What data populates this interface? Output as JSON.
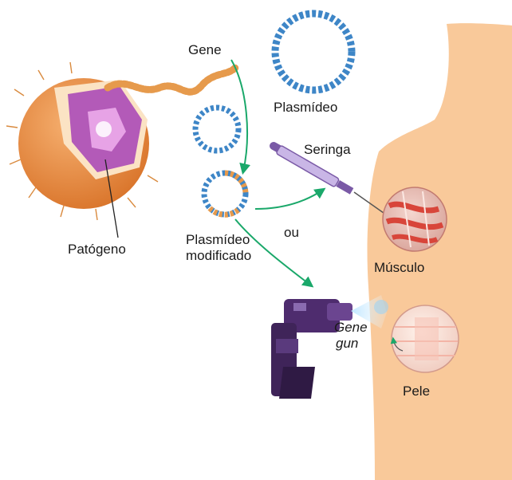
{
  "labels": {
    "gene": "Gene",
    "plasmid": "Plasmídeo",
    "syringe": "Seringa",
    "or": "ou",
    "pathogen": "Patógeno",
    "modified_plasmid_line1": "Plasmídeo",
    "modified_plasmid_line2": "modificado",
    "muscle": "Músculo",
    "gene_gun_line1": "Gene",
    "gene_gun_line2": "gun",
    "skin": "Pele"
  },
  "colors": {
    "body_skin": "#f9c99a",
    "pathogen": "#e8883a",
    "pathogen_core": "#b35ab8",
    "dna_orange": "#e69a4c",
    "dna_blue": "#3e86c7",
    "arrow_green": "#1aa86a",
    "syringe_purple": "#7a5aa6",
    "gene_gun": "#4e2c6e",
    "muscle_red": "#d8453a",
    "skin_pink": "#f3b4a6"
  }
}
